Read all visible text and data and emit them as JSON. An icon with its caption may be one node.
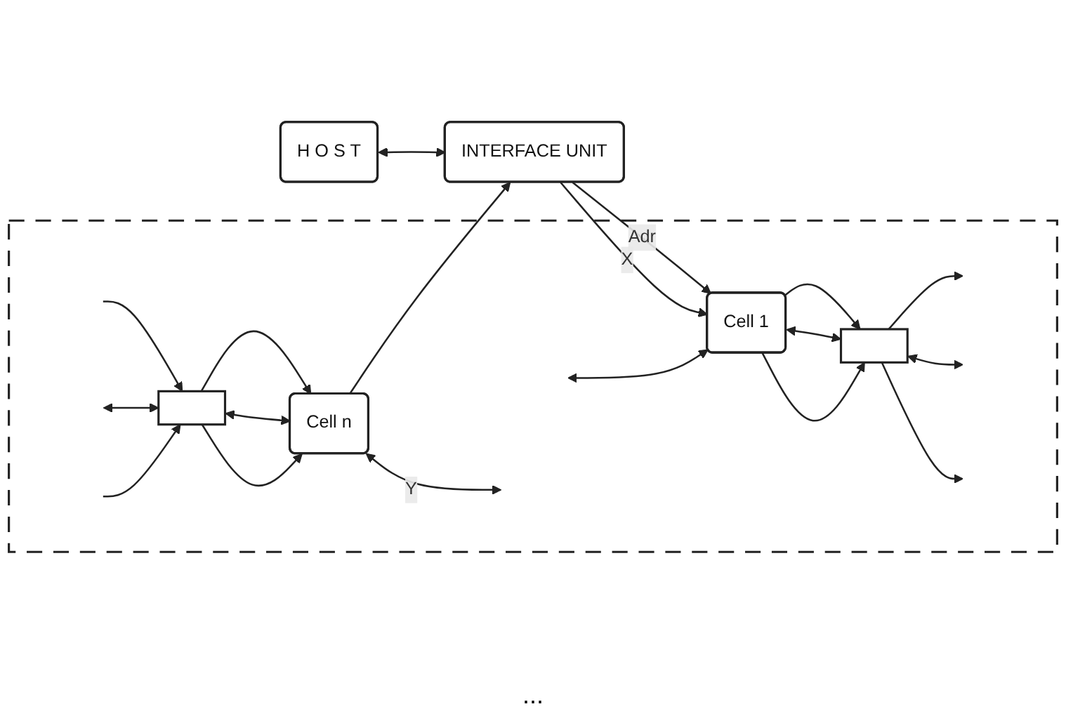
{
  "diagram": {
    "nodes": [
      {
        "text": [
          "H O S T"
        ]
      },
      {
        "text": [
          "INTERFACE UNIT"
        ]
      },
      {
        "text": [],
        "shape": "box"
      },
      {
        "text": [
          "Cell 1"
        ],
        "in": 2
      },
      {
        "text": [],
        "shape": "box",
        "in": 2
      },
      {
        "text": [],
        "shape": "box",
        "in": 2
      },
      {
        "text": [
          "Cell n"
        ],
        "in": 2
      }
    ],
    "edges": [
      {
        "from": 0,
        "to": 1,
        "arrow": "both"
      },
      {
        "from": 1,
        "to": 3,
        "arrow": "to",
        "label": "Adr"
      },
      {
        "from": 1,
        "to": 3,
        "arrow": "to",
        "label": "X"
      },
      {
        "from": null,
        "to": 3,
        "arrow": "both"
      },
      {
        "from": 3,
        "to": 4,
        "arrow": "to"
      },
      {
        "from": 3,
        "to": 4,
        "arrow": "both"
      },
      {
        "from": 3,
        "to": 4,
        "arrow": "to"
      },
      {
        "from": 4,
        "to": null,
        "arrow": "to"
      },
      {
        "from": 4,
        "to": null,
        "arrow": "both"
      },
      {
        "from": 4,
        "to": null,
        "arrow": "to"
      },
      {
        "from": null,
        "to": 5,
        "arrow": "to"
      },
      {
        "from": null,
        "to": 5,
        "arrow": "both"
      },
      {
        "from": null,
        "to": 5,
        "arrow": "to"
      },
      {
        "from": 5,
        "to": 6,
        "arrow": "to"
      },
      {
        "from": 5,
        "to": 6,
        "arrow": "both"
      },
      {
        "from": 5,
        "to": 6,
        "arrow": "to"
      },
      {
        "from": 6,
        "to": 1,
        "arrow": "to"
      },
      {
        "from": 6,
        "to": null,
        "arrow": "both",
        "label": "Y"
      }
    ],
    "labels": [
      "..."
    ]
  }
}
